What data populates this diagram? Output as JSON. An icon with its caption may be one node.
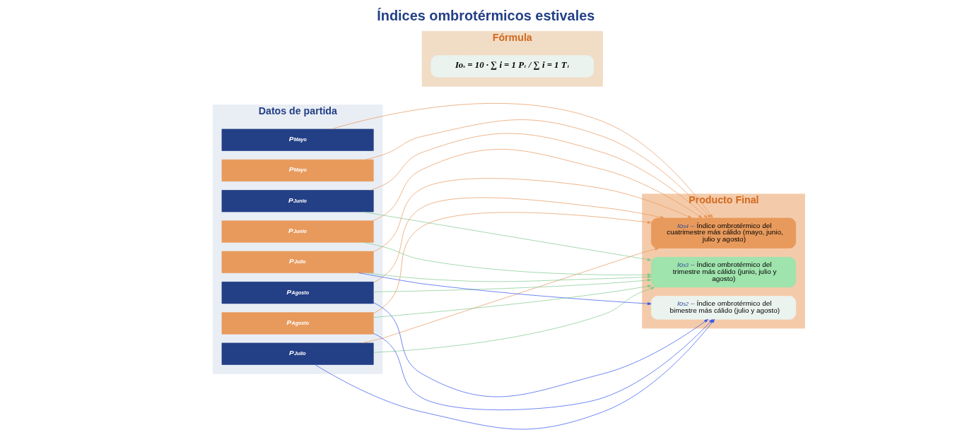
{
  "diagram": {
    "title": "Índices ombrotérmicos estivales",
    "nodes": [
      {
        "text": [
          "Datos de partida"
        ]
      },
      {
        "text": [
          "P$_{Mayo}$"
        ],
        "in": 0
      },
      {
        "text": [
          "P$_{Junio}$"
        ],
        "in": 0
      },
      {
        "text": [
          "P$_{Julio}$"
        ],
        "in": 0
      },
      {
        "text": [
          "P$_{Agosto}$"
        ],
        "in": 0
      },
      {
        "text": [
          "P$_{Mayo}$"
        ],
        "in": 0
      },
      {
        "text": [
          "P$_{Junio}$"
        ],
        "in": 0
      },
      {
        "text": [
          "P$_{Julio}$"
        ],
        "in": 0
      },
      {
        "text": [
          "P$_{Agosto}$"
        ],
        "in": 0
      },
      {
        "text": [
          "Fórmula"
        ]
      },
      {
        "text": [
          "Io$_{s}$ = 10 · ∑ i = 1 P$_{i}$ / ∑ i = 1 T$_{i}$"
        ],
        "in": 9
      },
      {
        "text": [
          "Producto Final"
        ]
      },
      {
        "text": [
          "*Io$_{s2}$ –* Índice ombrotérmico del bimestre más cálido (julio y agosto)"
        ],
        "in": 11
      },
      {
        "text": [
          "*Io$_{s3}$ –* Índice ombrotérmico del trimestre más cálido (junio, julio y agosto)"
        ],
        "in": 11
      },
      {
        "text": [
          "*Io$_{s4}$ –* Índice ombrotérmico del cuatrimestre más cálido (mayo, junio, julio y agosto)"
        ],
        "in": 11
      }
    ],
    "edges": [
      {
        "from": 1,
        "to": 14,
        "arrow": "to"
      },
      {
        "from": 2,
        "to": 13,
        "arrow": "to",
        "color": "#7fc98f"
      },
      {
        "from": 2,
        "to": 14,
        "arrow": "to"
      },
      {
        "from": 3,
        "to": 12,
        "arrow": "to",
        "color": "#3355ee"
      },
      {
        "from": 3,
        "to": 13,
        "arrow": "to",
        "color": "#7fc98f"
      },
      {
        "from": 3,
        "to": 14,
        "arrow": "to"
      },
      {
        "from": 4,
        "to": 12,
        "arrow": "to",
        "color": "#3355ee"
      },
      {
        "from": 4,
        "to": 13,
        "arrow": "to",
        "color": "#7fc98f"
      },
      {
        "from": 4,
        "to": 14,
        "arrow": "to"
      },
      {
        "from": 5,
        "to": 14,
        "arrow": "to"
      },
      {
        "from": 6,
        "to": 13,
        "arrow": "to",
        "color": "#7fc98f"
      },
      {
        "from": 6,
        "to": 14,
        "arrow": "to"
      },
      {
        "from": 7,
        "to": 12,
        "arrow": "to",
        "color": "#3355ee"
      },
      {
        "from": 7,
        "to": 13,
        "arrow": "to",
        "color": "#7fc98f"
      },
      {
        "from": 7,
        "to": 14,
        "arrow": "to"
      },
      {
        "from": 8,
        "to": 12,
        "arrow": "to",
        "color": "#3355ee"
      },
      {
        "from": 8,
        "to": 13,
        "arrow": "to",
        "color": "#7fc98f"
      },
      {
        "from": 8,
        "to": 14,
        "arrow": "to"
      }
    ]
  }
}
